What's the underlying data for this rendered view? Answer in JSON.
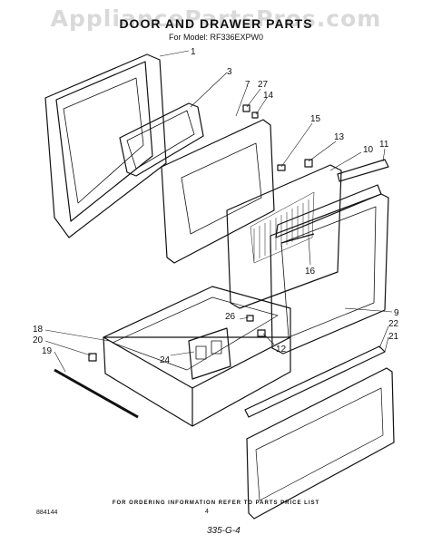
{
  "watermark": "AppliancePartsPros.com",
  "title": "DOOR AND DRAWER PARTS",
  "subtitle": "For Model: RF336EXPW0",
  "footer_note": "FOR ORDERING INFORMATION REFER TO PARTS PRICE LIST",
  "doc_number": "884144",
  "page_number": "4",
  "handwritten_code": "335-G-4",
  "callouts": [
    "1",
    "3",
    "7",
    "27",
    "14",
    "15",
    "13",
    "10",
    "11",
    "16",
    "9",
    "26",
    "12",
    "22",
    "21",
    "18",
    "20",
    "19",
    "24"
  ]
}
